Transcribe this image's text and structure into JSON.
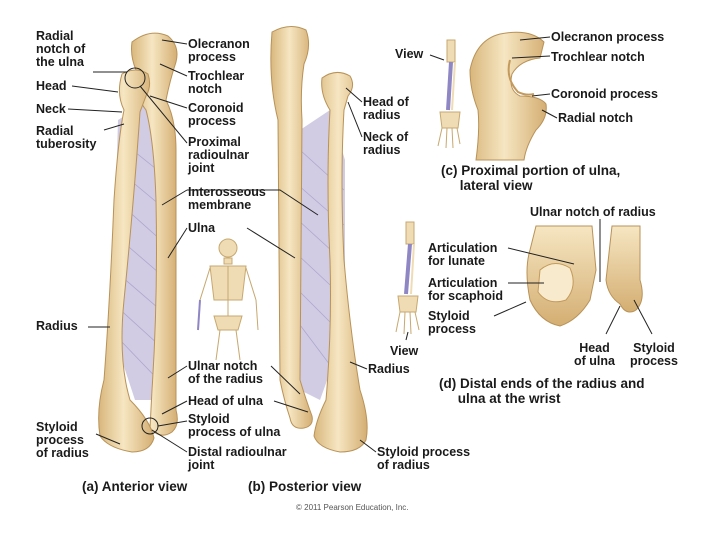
{
  "colors": {
    "bone": "#efd9ad",
    "bone_shadow": "#d9b77c",
    "bone_outline": "#b89258",
    "membrane": "#c9c3de",
    "text": "#1a1a1a"
  },
  "panels": {
    "a": {
      "caption": "(a) Anterior view"
    },
    "b": {
      "caption": "(b) Posterior view"
    },
    "c": {
      "caption": "(c) Proximal portion of ulna,\n     lateral view",
      "view": "View"
    },
    "d": {
      "caption": "(d) Distal ends of the radius and\n     ulna at the wrist",
      "view": "View"
    }
  },
  "labels": {
    "radial_notch_of_ulna": "Radial\nnotch of\nthe ulna",
    "head": "Head",
    "neck": "Neck",
    "radial_tuberosity": "Radial\ntuberosity",
    "radius_a": "Radius",
    "styloid_process_of_radius_a": "Styloid\nprocess\nof radius",
    "olecranon_process_a": "Olecranon\nprocess",
    "trochlear_notch_a": "Trochlear\nnotch",
    "coronoid_process_a": "Coronoid\nprocess",
    "proximal_radioulnar_joint": "Proximal\nradioulnar\njoint",
    "interosseous_membrane": "Interosseous\nmembrane",
    "ulna": "Ulna",
    "ulnar_notch_of_radius_a": "Ulnar notch\nof the radius",
    "head_of_ulna_a": "Head of ulna",
    "styloid_process_of_ulna": "Styloid\nprocess of ulna",
    "distal_radioulnar_joint": "Distal radioulnar\njoint",
    "head_of_radius_b": "Head of\nradius",
    "neck_of_radius_b": "Neck of\nradius",
    "radius_b": "Radius",
    "styloid_process_of_radius_b": "Styloid process\nof radius",
    "olecranon_process_c": "Olecranon process",
    "trochlear_notch_c": "Trochlear notch",
    "coronoid_process_c": "Coronoid process",
    "radial_notch_c": "Radial notch",
    "ulnar_notch_of_radius_d": "Ulnar notch of radius",
    "articulation_for_lunate": "Articulation\nfor lunate",
    "articulation_for_scaphoid": "Articulation\nfor scaphoid",
    "styloid_process_d": "Styloid\nprocess",
    "head_of_ulna_d": "Head\nof ulna",
    "styloid_process_d2": "Styloid\nprocess"
  },
  "copyright": "© 2011 Pearson Education, Inc."
}
